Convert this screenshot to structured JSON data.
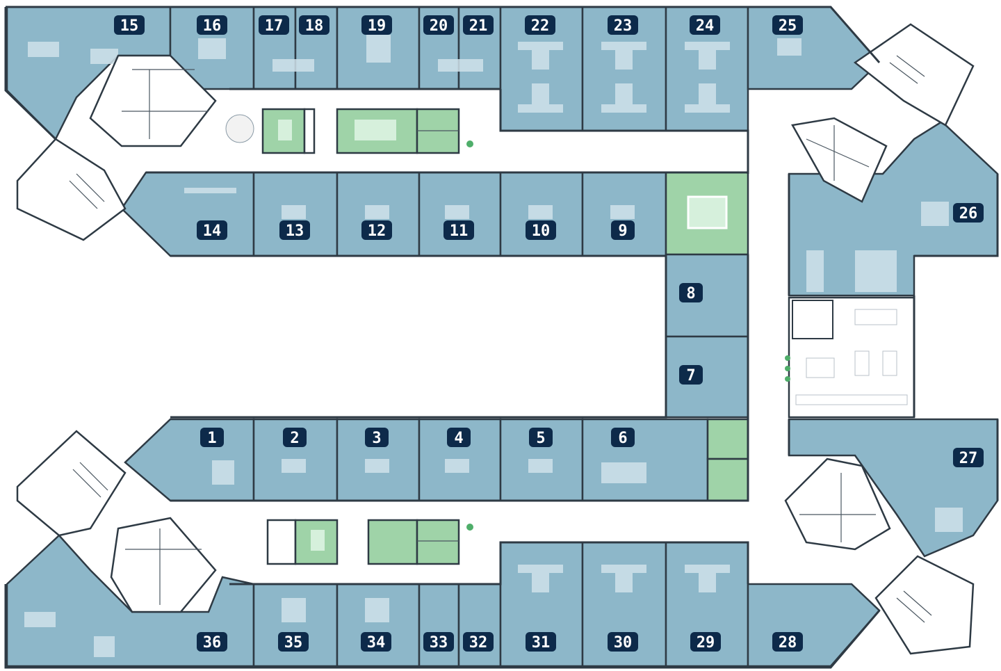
{
  "floor_plan": {
    "colors": {
      "office": "#8db7c9",
      "meeting_room": "#9fd3a8",
      "badge": "#0d2a4a",
      "wall": "#2e3a44",
      "corridor": "#ffffff"
    },
    "rooms": [
      {
        "id": "r1",
        "label": "1"
      },
      {
        "id": "r2",
        "label": "2"
      },
      {
        "id": "r3",
        "label": "3"
      },
      {
        "id": "r4",
        "label": "4"
      },
      {
        "id": "r5",
        "label": "5"
      },
      {
        "id": "r6",
        "label": "6"
      },
      {
        "id": "r7",
        "label": "7"
      },
      {
        "id": "r8",
        "label": "8"
      },
      {
        "id": "r9",
        "label": "9"
      },
      {
        "id": "r10",
        "label": "10"
      },
      {
        "id": "r11",
        "label": "11"
      },
      {
        "id": "r12",
        "label": "12"
      },
      {
        "id": "r13",
        "label": "13"
      },
      {
        "id": "r14",
        "label": "14"
      },
      {
        "id": "r15",
        "label": "15"
      },
      {
        "id": "r16",
        "label": "16"
      },
      {
        "id": "r17",
        "label": "17"
      },
      {
        "id": "r18",
        "label": "18"
      },
      {
        "id": "r19",
        "label": "19"
      },
      {
        "id": "r20",
        "label": "20"
      },
      {
        "id": "r21",
        "label": "21"
      },
      {
        "id": "r22",
        "label": "22"
      },
      {
        "id": "r23",
        "label": "23"
      },
      {
        "id": "r24",
        "label": "24"
      },
      {
        "id": "r25",
        "label": "25"
      },
      {
        "id": "r26",
        "label": "26"
      },
      {
        "id": "r27",
        "label": "27"
      },
      {
        "id": "r28",
        "label": "28"
      },
      {
        "id": "r29",
        "label": "29"
      },
      {
        "id": "r30",
        "label": "30"
      },
      {
        "id": "r31",
        "label": "31"
      },
      {
        "id": "r32",
        "label": "32"
      },
      {
        "id": "r33",
        "label": "33"
      },
      {
        "id": "r34",
        "label": "34"
      },
      {
        "id": "r35",
        "label": "35"
      },
      {
        "id": "r36",
        "label": "36"
      }
    ]
  }
}
